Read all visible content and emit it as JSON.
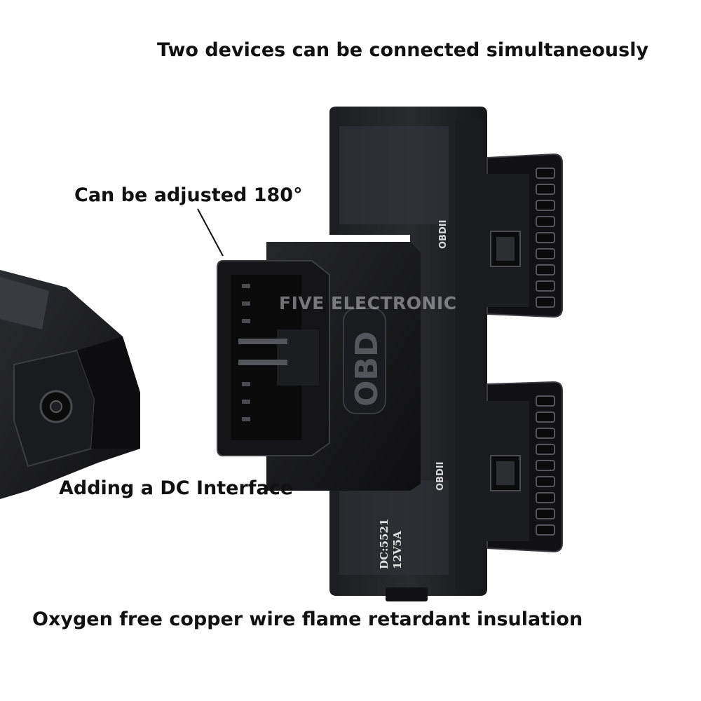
{
  "captions": {
    "top": "Two devices can be connected simultaneously",
    "adjust": "Can be adjusted 180°",
    "dc": "Adding a DC Interface",
    "bottom": "Oxygen free copper wire flame retardant insulation"
  },
  "watermark": "FIVE ELECTRONIC",
  "device": {
    "body_logo": "OBD",
    "port_label_upper": "OBDII",
    "port_label_lower": "OBDII",
    "dc_spec_line1": "DC:5521",
    "dc_spec_line2": "12V5A"
  },
  "colors": {
    "background": "#ffffff",
    "plastic_dark": "#141416",
    "plastic_mid": "#2a2b2e",
    "plastic_edge": "#3d3e42",
    "pin_gold": "#9a9a9a",
    "text": "#111111"
  }
}
